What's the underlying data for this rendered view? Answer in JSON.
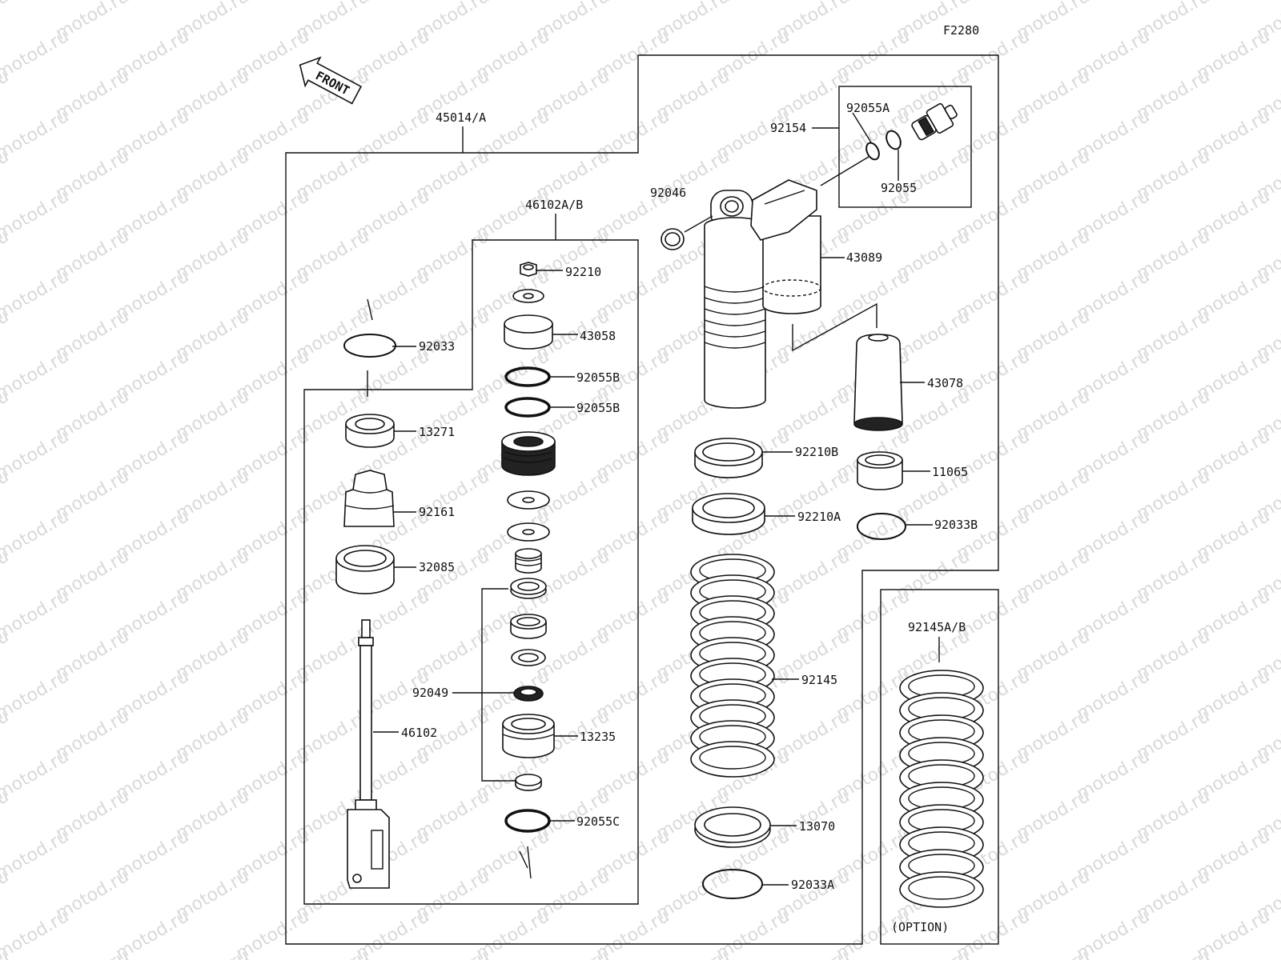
{
  "diagram": {
    "figure_code": "F2280",
    "front_label": "FRONT",
    "watermark": "motod.ru",
    "option_label": "(OPTION)",
    "assemblies": {
      "shock_absorber": "45014/A",
      "piston_rod_assembly": "46102A/B",
      "optional_spring": "92145A/B"
    },
    "parts": [
      {
        "id": "p92210",
        "number": "92210"
      },
      {
        "id": "p43058",
        "number": "43058"
      },
      {
        "id": "p92055B1",
        "number": "92055B"
      },
      {
        "id": "p92055B2",
        "number": "92055B"
      },
      {
        "id": "p92033",
        "number": "92033"
      },
      {
        "id": "p13271",
        "number": "13271"
      },
      {
        "id": "p92161",
        "number": "92161"
      },
      {
        "id": "p32085",
        "number": "32085"
      },
      {
        "id": "p92049",
        "number": "92049"
      },
      {
        "id": "p46102",
        "number": "46102"
      },
      {
        "id": "p13235",
        "number": "13235"
      },
      {
        "id": "p92055C",
        "number": "92055C"
      },
      {
        "id": "p92046",
        "number": "92046"
      },
      {
        "id": "p92154",
        "number": "92154"
      },
      {
        "id": "p92055A",
        "number": "92055A"
      },
      {
        "id": "p92055",
        "number": "92055"
      },
      {
        "id": "p43089",
        "number": "43089"
      },
      {
        "id": "p43078",
        "number": "43078"
      },
      {
        "id": "p92210B",
        "number": "92210B"
      },
      {
        "id": "p11065",
        "number": "11065"
      },
      {
        "id": "p92210A",
        "number": "92210A"
      },
      {
        "id": "p92033B",
        "number": "92033B"
      },
      {
        "id": "p92145",
        "number": "92145"
      },
      {
        "id": "p13070",
        "number": "13070"
      },
      {
        "id": "p92033A",
        "number": "92033A"
      }
    ]
  }
}
